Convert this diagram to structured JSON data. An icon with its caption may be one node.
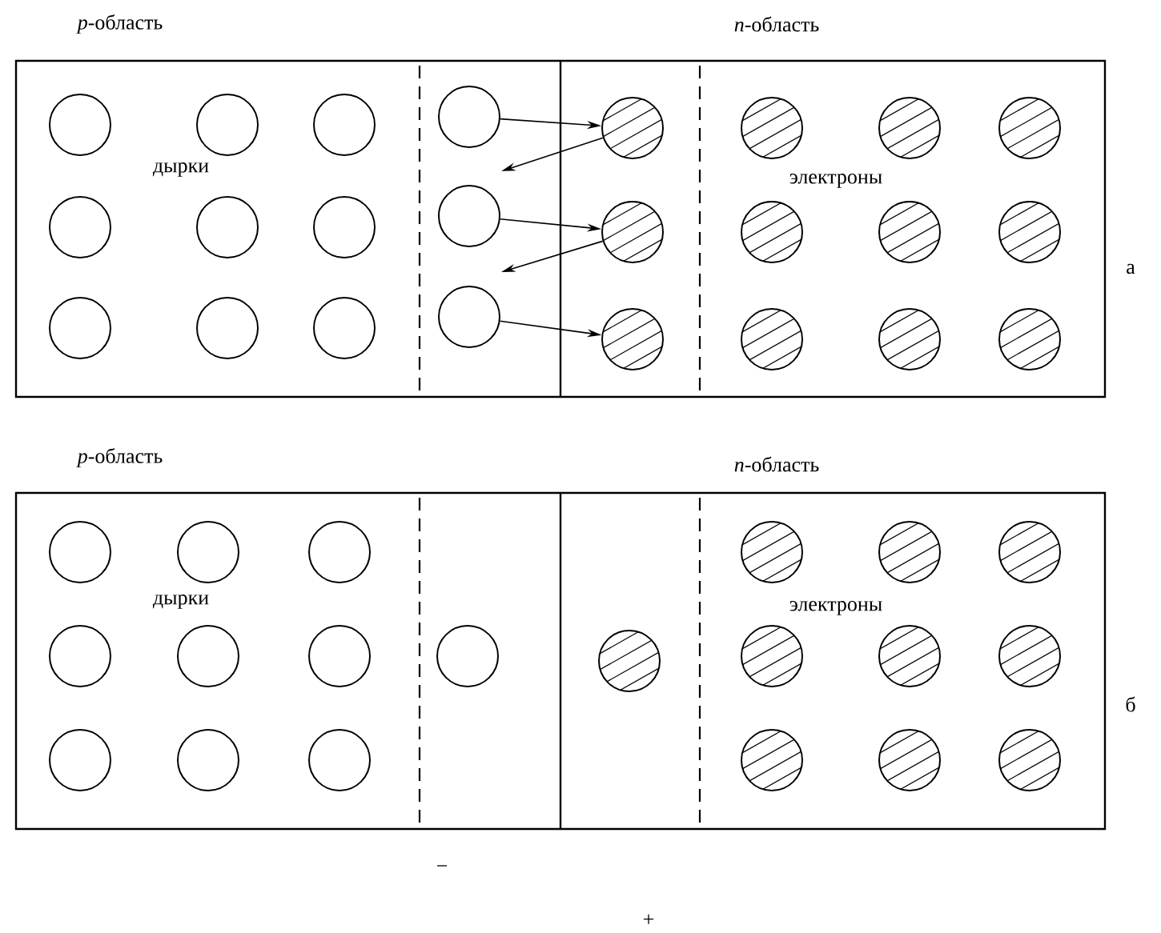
{
  "diagram": {
    "nodes": [
      {
        "text": [],
        "shape": "circle"
      },
      {
        "text": [],
        "shape": "circle"
      },
      {
        "text": [],
        "shape": "circle"
      },
      {
        "text": [],
        "shape": "circle"
      },
      {
        "text": [],
        "shape": "circle"
      },
      {
        "text": [],
        "shape": "circle"
      },
      {
        "text": [],
        "shape": "circle"
      },
      {
        "text": [],
        "shape": "circle"
      },
      {
        "text": [],
        "shape": "circle"
      },
      {
        "text": [],
        "shape": "circle"
      },
      {
        "text": [],
        "shape": "circle"
      },
      {
        "text": [],
        "shape": "circle"
      },
      {
        "text": [],
        "shape": "circle"
      },
      {
        "text": [],
        "shape": "circle"
      },
      {
        "text": [],
        "shape": "circle"
      },
      {
        "text": [],
        "shape": "circle"
      },
      {
        "text": [],
        "shape": "circle"
      },
      {
        "text": [],
        "shape": "circle"
      },
      {
        "text": [],
        "shape": "circle"
      },
      {
        "text": [],
        "shape": "circle"
      },
      {
        "text": [],
        "shape": "circle"
      },
      {
        "text": [],
        "shape": "circle"
      },
      {
        "text": [],
        "shape": "circle"
      },
      {
        "text": [],
        "shape": "circle"
      },
      {
        "text": [],
        "shape": "circle"
      },
      {
        "text": [],
        "shape": "circle"
      },
      {
        "text": [],
        "shape": "circle"
      },
      {
        "text": [],
        "shape": "circle"
      },
      {
        "text": [],
        "shape": "circle"
      },
      {
        "text": [],
        "shape": "circle"
      },
      {
        "text": [],
        "shape": "circle"
      },
      {
        "text": [],
        "shape": "circle"
      },
      {
        "text": [],
        "shape": "circle"
      },
      {
        "text": [],
        "shape": "circle"
      },
      {
        "text": [],
        "shape": "circle"
      },
      {
        "text": [],
        "shape": "circle"
      },
      {
        "text": [],
        "shape": "circle"
      },
      {
        "text": [],
        "shape": "circle"
      },
      {
        "text": [],
        "shape": "circle"
      },
      {
        "text": [],
        "shape": "circle"
      },
      {
        "text": [],
        "shape": "circle"
      },
      {
        "text": [],
        "shape": "circle"
      },
      {
        "text": [],
        "shape": "circle"
      },
      {
        "text": [],
        "shape": "circle"
      }
    ],
    "edges": [
      {
        "from": 3,
        "to": 4,
        "arrow": "to"
      },
      {
        "from": 4,
        "to": null,
        "arrow": "to"
      },
      {
        "from": 11,
        "to": 12,
        "arrow": "to"
      },
      {
        "from": 12,
        "to": null,
        "arrow": "to"
      },
      {
        "from": 19,
        "to": 20,
        "arrow": "to"
      }
    ],
    "labels": [
      "*p*-область",
      "дырки",
      "*n*-область",
      "электроны",
      "а",
      "*p*-область",
      "дырки",
      "*n*-область",
      "электроны",
      "б",
      "−",
      "+"
    ]
  }
}
